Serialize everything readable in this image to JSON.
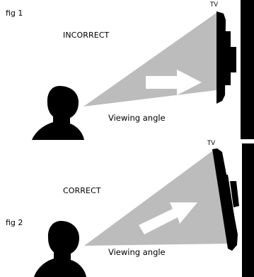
{
  "fig1": {
    "label": "fig 1",
    "state": "INCORRECT",
    "tv_label": "TV",
    "viewing_angle": "Viewing angle"
  },
  "fig2": {
    "label": "fig 2",
    "state": "CORRECT",
    "tv_label": "TV",
    "viewing_angle": "Viewing angle"
  },
  "colors": {
    "viewing_cone": "#bcbcbc",
    "arrow": "#ffffff",
    "ink": "#000000"
  }
}
